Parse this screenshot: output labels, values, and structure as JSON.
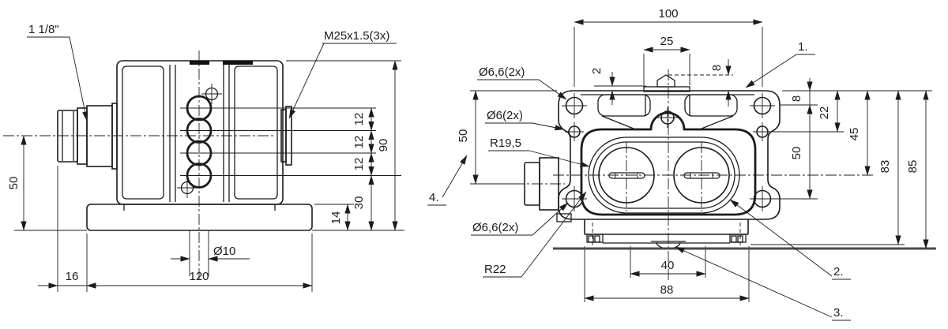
{
  "colors": {
    "line": "#1c1c1c",
    "ground": "#4a4a4a",
    "background": "#ffffff"
  },
  "left_view": {
    "callouts": {
      "size": "1 1/8\"",
      "thread": "M25x1.5(3x)",
      "hole_dia": "Ø10"
    },
    "dims": {
      "h50": "50",
      "w16": "16",
      "w120": "120",
      "s12a": "12",
      "s12b": "12",
      "s12c": "12",
      "h30": "30",
      "h14": "14",
      "h90": "90"
    }
  },
  "right_view": {
    "callouts": {
      "hole_top_left": "Ø6,6(2x)",
      "hole_side": "Ø6(2x)",
      "radius_inner": "R19,5",
      "hole_bottom_left": "Ø6,6(2x)",
      "radius_outer": "R22"
    },
    "items": {
      "i1": "1.",
      "i2": "2.",
      "i3": "3.",
      "i4": "4."
    },
    "dims": {
      "w100": "100",
      "w25": "25",
      "t2": "2",
      "h8_top": "8",
      "h8_right": "8",
      "h50_right": "50",
      "h22": "22",
      "h45": "45",
      "h50_left": "50",
      "h83": "83",
      "h85": "85",
      "w40": "40",
      "w88": "88"
    }
  }
}
